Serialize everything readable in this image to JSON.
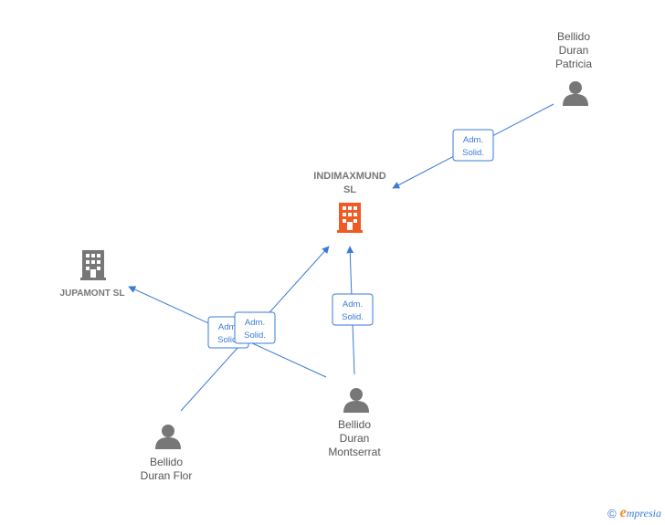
{
  "colors": {
    "edge": "#3a7bd5",
    "person_icon": "#777777",
    "company_icon": "#777777",
    "main_company_icon": "#f05a24"
  },
  "nodes": {
    "indimaxmund": {
      "lines": [
        "INDIMAXMUND",
        "SL"
      ],
      "icon": "building-icon"
    },
    "jupamont": {
      "lines": [
        "JUPAMONT  SL"
      ],
      "icon": "building-icon"
    },
    "patricia": {
      "lines": [
        "Bellido",
        "Duran",
        "Patricia"
      ],
      "icon": "person-icon"
    },
    "montserrat": {
      "lines": [
        "Bellido",
        "Duran",
        "Montserrat"
      ],
      "icon": "person-icon"
    },
    "flor": {
      "lines": [
        "Bellido",
        "Duran Flor"
      ],
      "icon": "person-icon"
    }
  },
  "edges": [
    {
      "id": "patricia-indimaxmund",
      "label": [
        "Adm.",
        "Solid."
      ]
    },
    {
      "id": "montserrat-indimaxmund",
      "label": [
        "Adm.",
        "Solid."
      ]
    },
    {
      "id": "montserrat-jupamont",
      "label": [
        "Adm.",
        "Solid."
      ]
    },
    {
      "id": "flor-indimaxmund",
      "label": [
        "Adm.",
        "Solid."
      ]
    }
  ],
  "footer": {
    "copyright": "©",
    "brand_initial": "e",
    "brand_rest": "mpresia"
  }
}
